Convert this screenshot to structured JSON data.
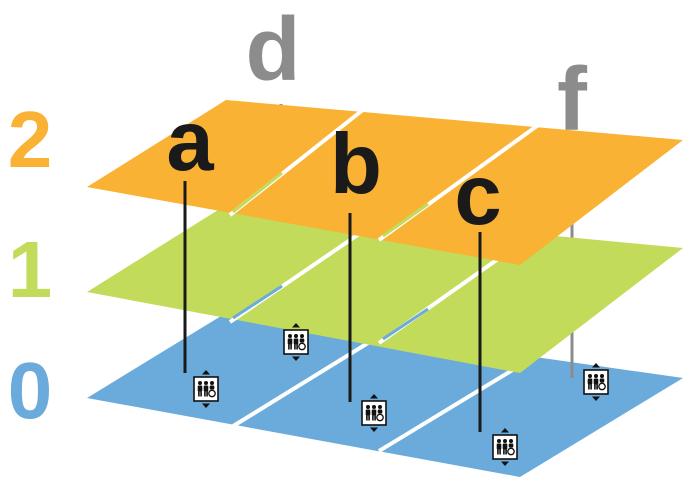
{
  "floors": [
    {
      "label": "0",
      "color": "#6aabdb"
    },
    {
      "label": "1",
      "color": "#c2db5b"
    },
    {
      "label": "2",
      "color": "#f9b233"
    }
  ],
  "elevators": [
    {
      "label": "a",
      "label_color": "#1a1a1a",
      "line_color": "#1a1a1a",
      "icon": "elevator-icon"
    },
    {
      "label": "b",
      "label_color": "#1a1a1a",
      "line_color": "#1a1a1a",
      "icon": "elevator-icon"
    },
    {
      "label": "c",
      "label_color": "#1a1a1a",
      "line_color": "#1a1a1a",
      "icon": "elevator-icon"
    },
    {
      "label": "d",
      "label_color": "#8c8c8c",
      "line_color": "#8c8c8c",
      "icon": "elevator-icon"
    },
    {
      "label": "f",
      "label_color": "#8c8c8c",
      "line_color": "#8c8c8c",
      "icon": "elevator-icon"
    }
  ]
}
